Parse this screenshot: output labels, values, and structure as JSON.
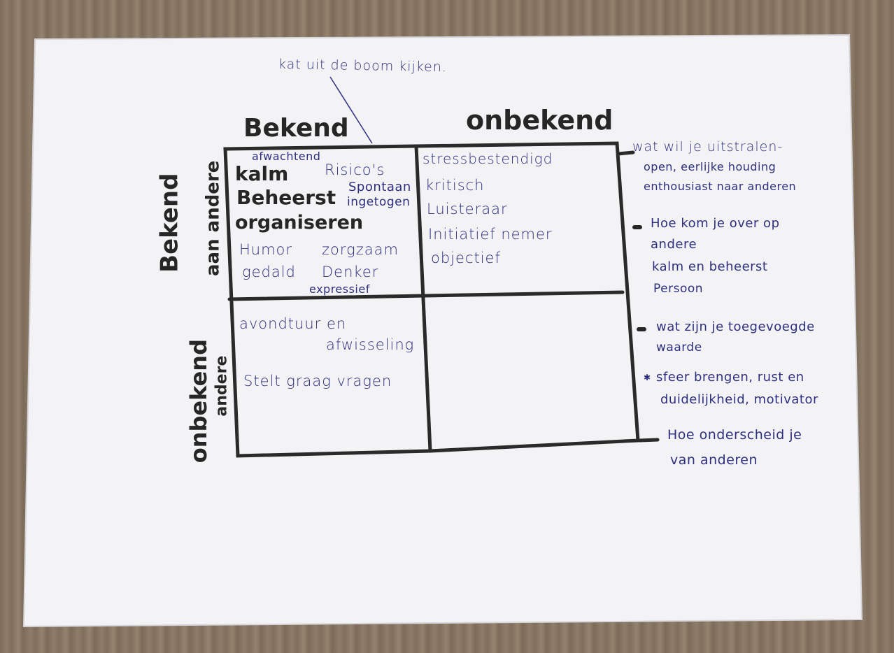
{
  "note_top": "kat uit de boom kijken.",
  "headers": {
    "col_known": "Bekend",
    "col_unknown": "onbekend",
    "row_known_line1": "Bekend",
    "row_known_line2": "aan andere",
    "row_unknown_line1": "onbekend",
    "row_unknown_line2": "andere"
  },
  "quadrants": {
    "open": {
      "bold": [
        "kalm",
        "Beheerst",
        "organiseren"
      ],
      "small": [
        "afwachtend",
        "Risico's",
        "Spontaan",
        "ingetogen",
        "Humor",
        "zorgzaam",
        "gedald",
        "Denker",
        "expressief"
      ]
    },
    "blind": [
      "stressbestendigd",
      "kritisch",
      "Luisteraar",
      "Initiatief nemer",
      "objectief"
    ],
    "hidden": [
      "avondtuur en",
      "afwisseling",
      "Stelt graag vragen"
    ],
    "unknown": []
  },
  "side_notes": [
    {
      "lines": [
        "wat wil je uitstralen-",
        "open, eerlijke houding",
        "enthousiast naar anderen"
      ]
    },
    {
      "lines": [
        "Hoe kom je over op",
        "andere",
        "kalm en beheerst",
        "Persoon"
      ]
    },
    {
      "lines": [
        "wat zijn je toegevoegde",
        "waarde"
      ]
    },
    {
      "lines": [
        "sfeer brengen, rust en",
        "duidelijkheid, motivator"
      ]
    },
    {
      "lines": [
        "Hoe onderscheid je",
        "van anderen"
      ]
    }
  ]
}
